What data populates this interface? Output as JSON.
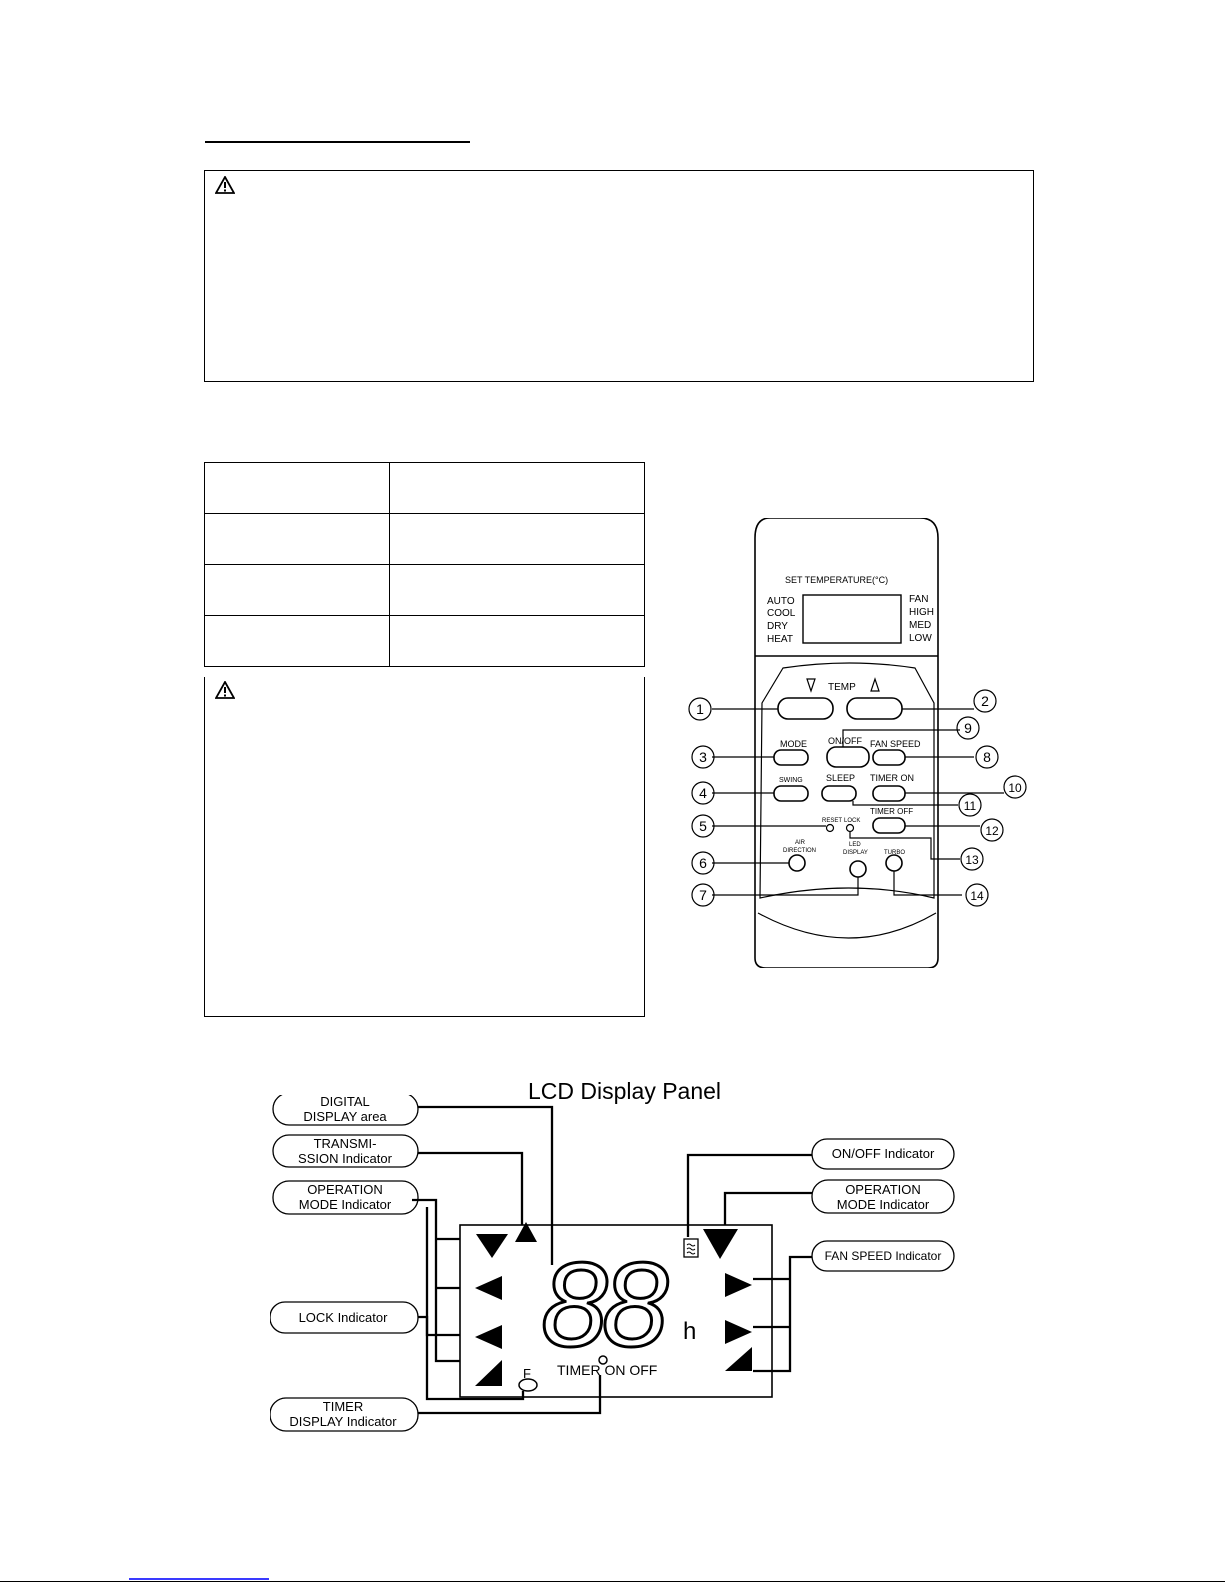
{
  "remote": {
    "set_temperature": "SET TEMPERATURE(°C)",
    "modes": [
      "AUTO",
      "COOL",
      "DRY",
      "HEAT"
    ],
    "fan_levels": [
      "FAN",
      "HIGH",
      "MED",
      "LOW"
    ],
    "temp": "TEMP",
    "onoff": "ON/OFF",
    "mode": "MODE",
    "fan_speed": "FAN SPEED",
    "swing": "SWING",
    "sleep": "SLEEP",
    "timer_on": "TIMER ON",
    "timer_off": "TIMER OFF",
    "reset": "RESET",
    "lock": "LOCK",
    "air": "AIR",
    "direction": "DIRECTION",
    "led": "LED",
    "display": "DISPLAY",
    "turbo": "TURBO",
    "callouts": [
      "1",
      "2",
      "3",
      "4",
      "5",
      "6",
      "7",
      "8",
      "9",
      "10",
      "11",
      "12",
      "13",
      "14"
    ]
  },
  "lcd": {
    "title": "LCD Display Panel",
    "digits": "88",
    "hour": "h",
    "f_mark": "F",
    "timer_text": "TIMER ON OFF",
    "labels": {
      "digital_1": "DIGITAL",
      "digital_2": "DISPLAY area",
      "trans_1": "TRANSMI-",
      "trans_2": "SSION Indicator",
      "opmode_l1": "OPERATION",
      "opmode_l2": "MODE Indicator",
      "lock": "LOCK Indicator",
      "timer_1": "TIMER",
      "timer_2": "DISPLAY Indicator",
      "onoff": "ON/OFF Indicator",
      "opmode_r1": "OPERATION",
      "opmode_r2": "MODE Indicator",
      "fanspeed": "FAN SPEED Indicator"
    }
  }
}
